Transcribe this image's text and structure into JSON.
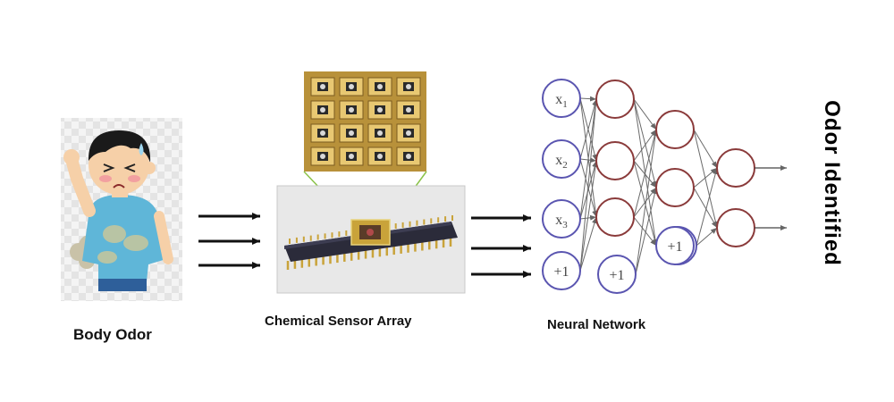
{
  "captions": {
    "body_odor": "Body Odor",
    "sensor_array": "Chemical Sensor Array",
    "neural_network": "Neural Network",
    "output": "Odor Identified"
  },
  "network": {
    "input_nodes": [
      "x1",
      "x2",
      "x3",
      "+1"
    ],
    "hidden1_bias": "+1",
    "hidden2_bias": "+1",
    "layer_sizes": [
      4,
      3,
      3,
      2
    ],
    "input_color": "#5a55b0",
    "neuron_color": "#8a3a3a"
  },
  "colors": {
    "skin": "#f6d0a8",
    "shirt": "#5fb6d8",
    "hair": "#1a1a1a",
    "chip_gold": "#c9a33a",
    "chip_body": "#2b2b3a"
  }
}
